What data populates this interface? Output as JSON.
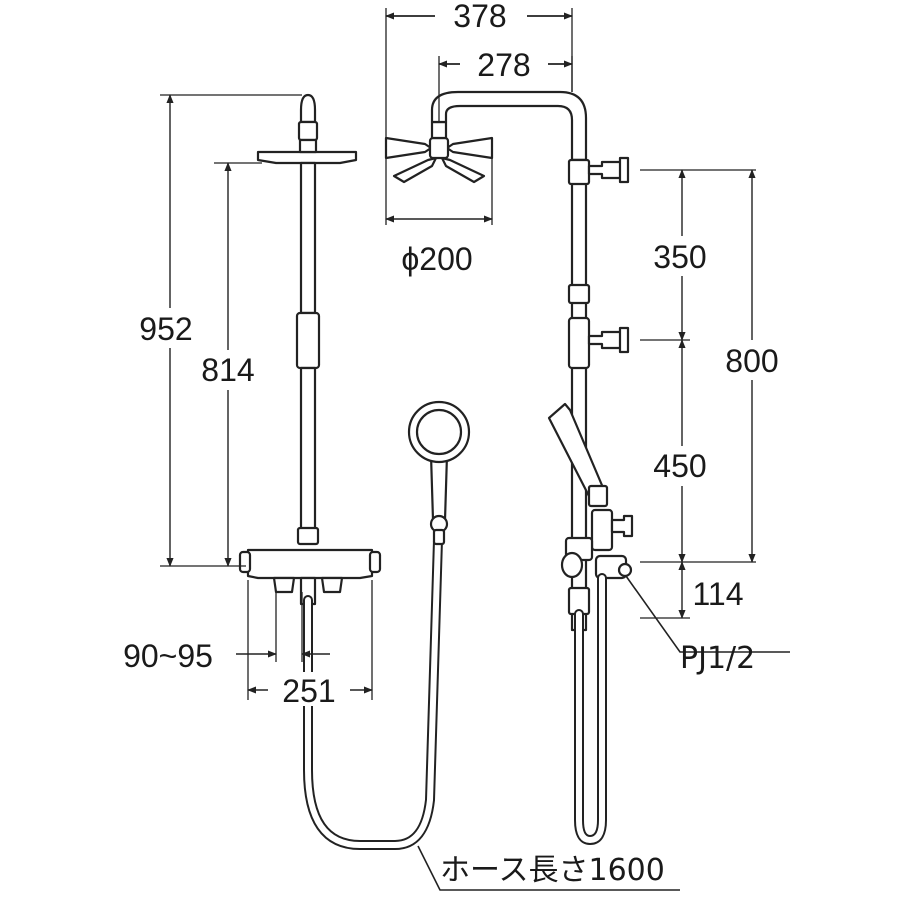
{
  "dimensions": {
    "total_width": "378",
    "arm_reach": "278",
    "head_diameter": "ϕ200",
    "total_height": "952",
    "pipe_height": "814",
    "bracket_gap_upper": "350",
    "bracket_span": "800",
    "bracket_gap_lower": "450",
    "inlet_offset": "114",
    "inlet_pitch": "90~95",
    "body_width": "251"
  },
  "callouts": {
    "inlet_thread": "PJ1/2",
    "hose_length": "ホース長さ1600"
  }
}
